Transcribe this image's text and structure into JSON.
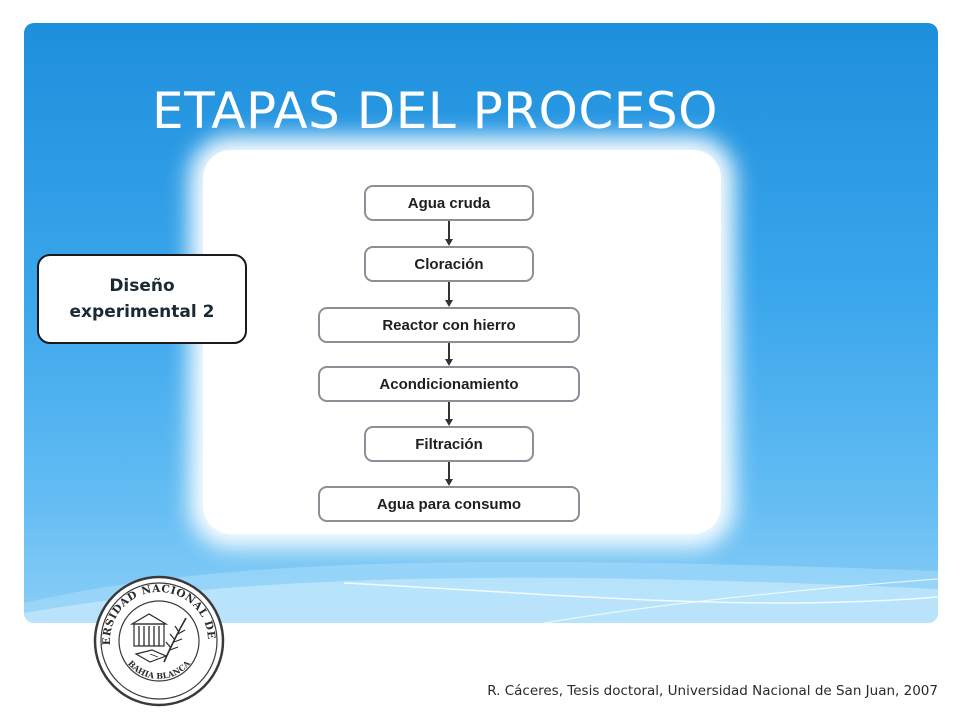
{
  "slide": {
    "title": "ETAPAS DEL PROCESO",
    "background_color": "#3aa6ec"
  },
  "callout": {
    "line1": "Diseño",
    "line2": "experimental 2"
  },
  "flow": {
    "steps": [
      "Agua cruda",
      "Cloración",
      "Reactor con hierro",
      "Acondicionamiento",
      "Filtración",
      "Agua para consumo"
    ]
  },
  "logo": {
    "icon": "university-seal-icon",
    "lettering": "UNIVERSIDAD NACIONAL DEL SUR · BAHIA BLANCA"
  },
  "citation": "R. Cáceres, Tesis doctoral, Universidad Nacional de San Juan, 2007"
}
